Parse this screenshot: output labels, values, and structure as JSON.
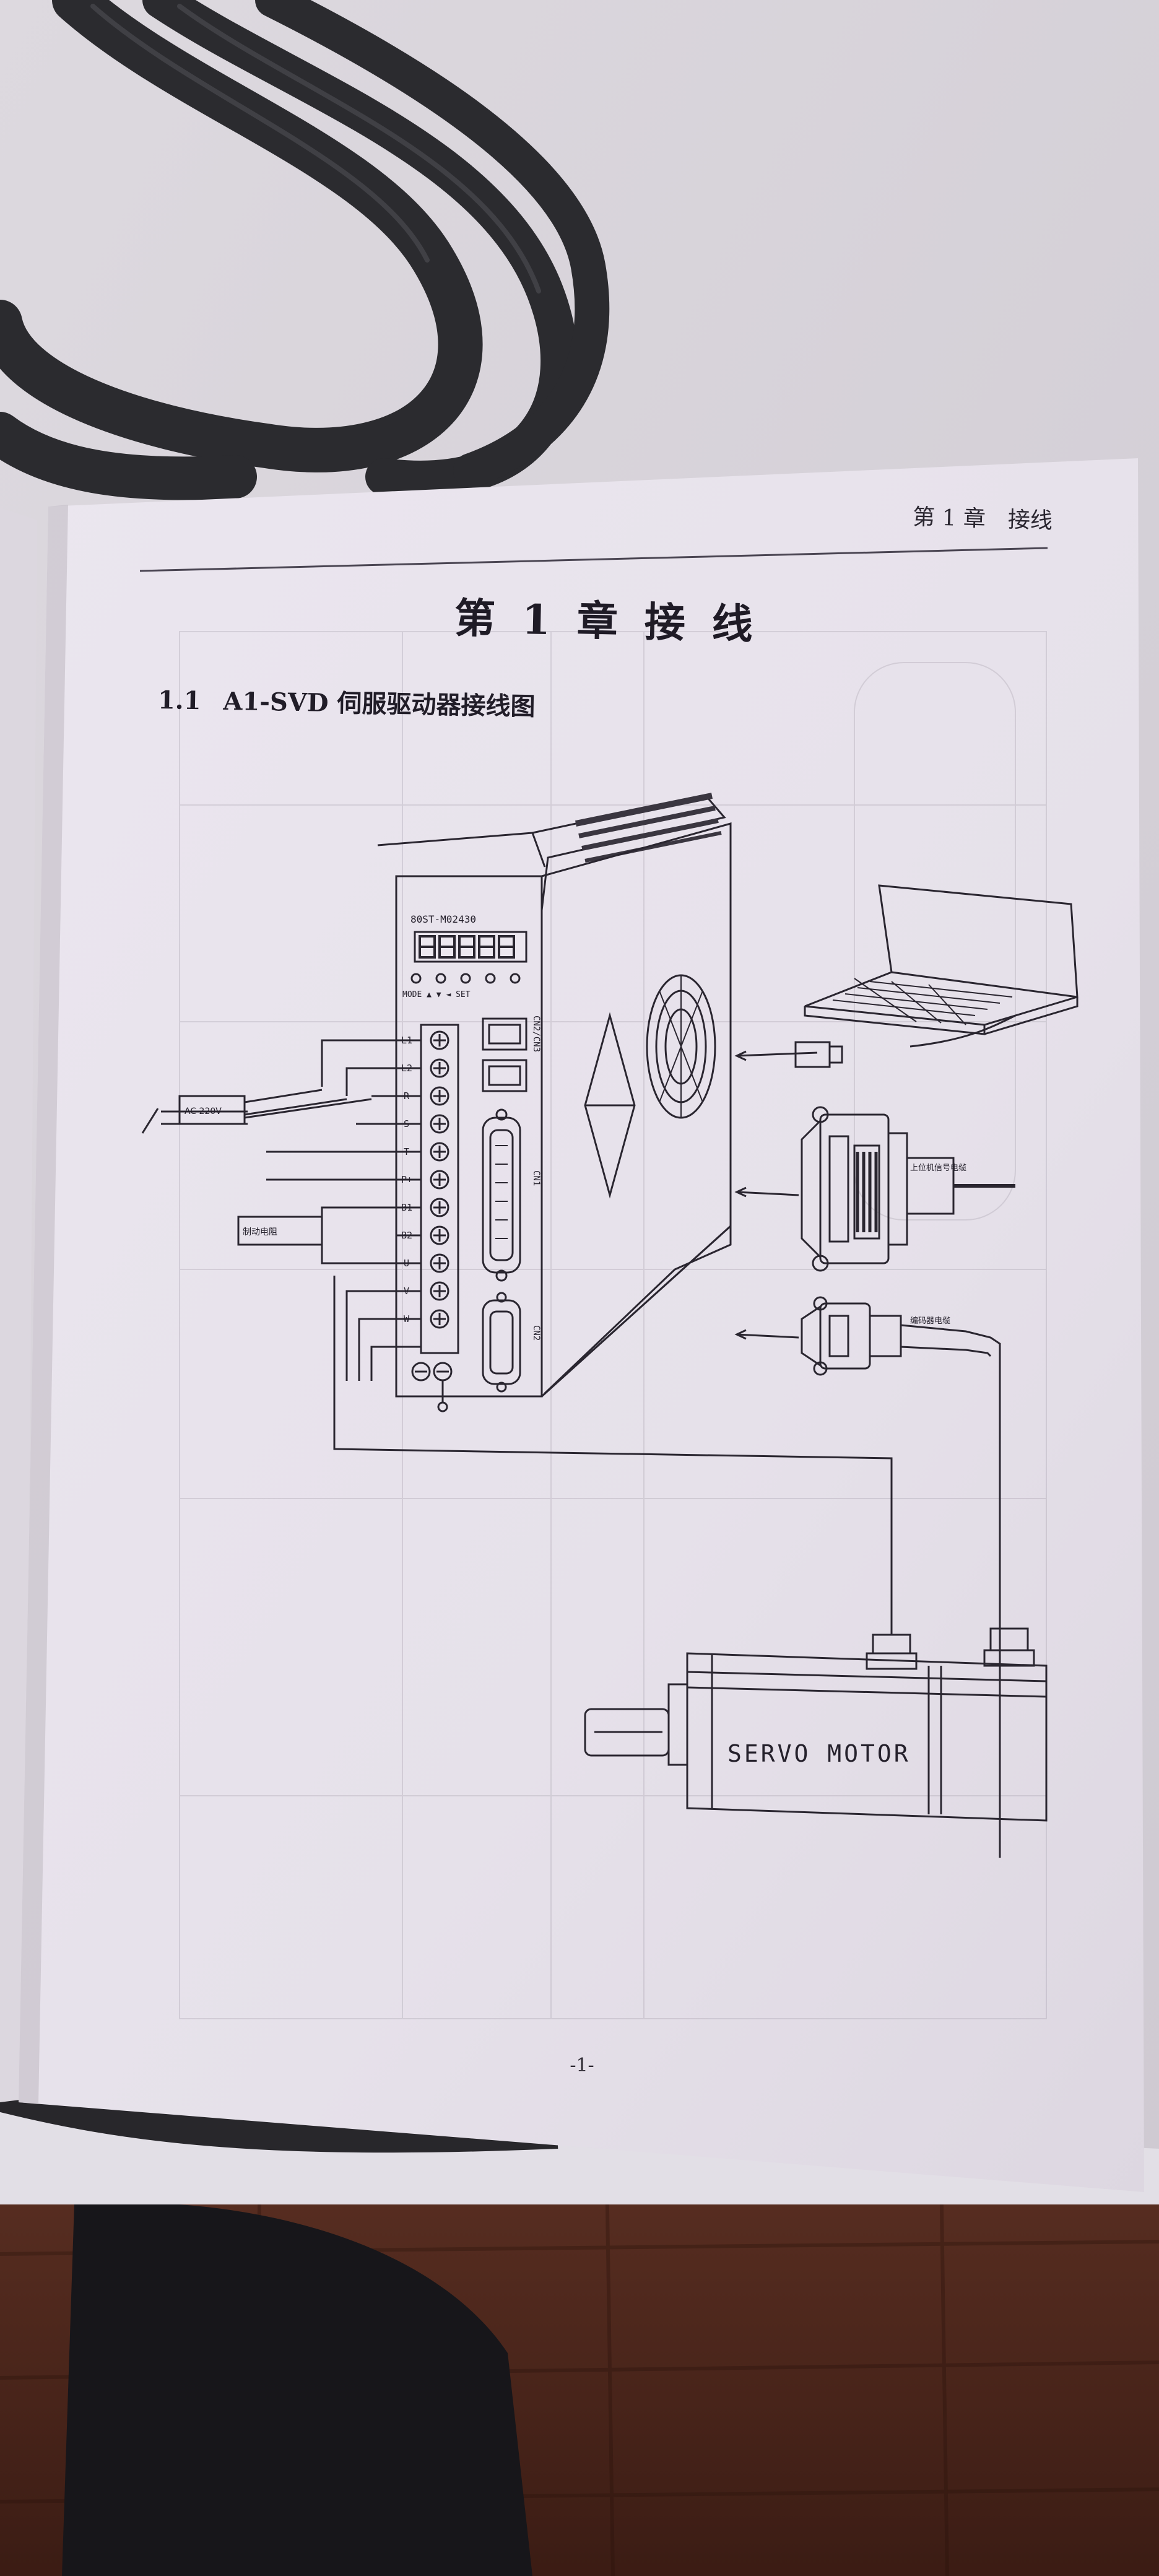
{
  "page": {
    "header_chapter": "第 1 章　接线",
    "chapter_title": "第 1 章 接 线",
    "section_number": "1.1",
    "section_title": "A1-SVD 伺服驱动器接线图",
    "page_number": "-1-"
  },
  "diagram": {
    "drive_model": "80ST-M02430",
    "panel_buttons": "MODE  ▲  ▼  ◄  SET",
    "terminals": [
      "L1",
      "L2",
      "R",
      "S",
      "T",
      "P+",
      "B1",
      "B2",
      "U",
      "V",
      "W"
    ],
    "connector_labels": [
      "CN2/CN3",
      "CN1",
      "CN2"
    ],
    "wire_label_power": "AC 220V",
    "wire_label_brake": "制动电阻",
    "cable_label_cn1": "上位机信号电缆",
    "cable_label_encoder": "编码器电缆",
    "motor_label": "SERVO MOTOR"
  }
}
